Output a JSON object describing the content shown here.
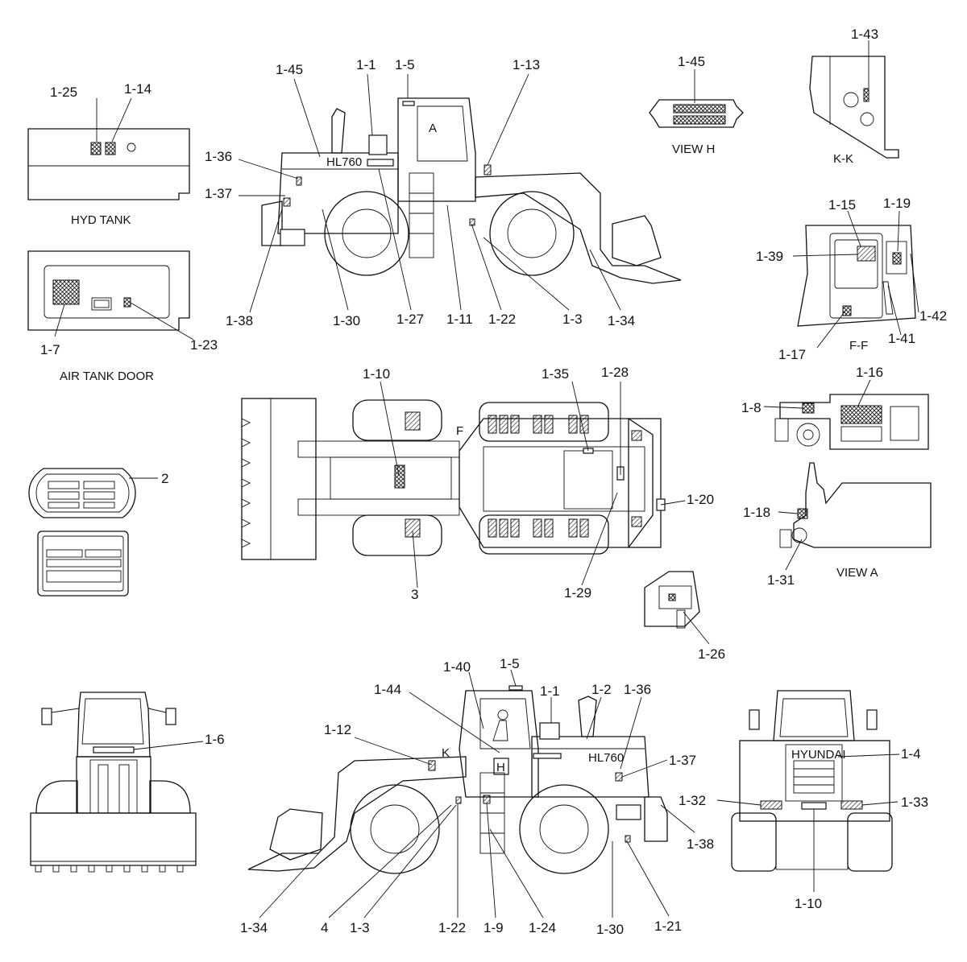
{
  "views": {
    "hyd_tank": "HYD TANK",
    "air_tank_door": "AIR TANK DOOR",
    "view_h": "VIEW H",
    "kk": "K-K",
    "ff": "F-F",
    "view_a": "VIEW A"
  },
  "model_text": "HL760",
  "brand_text": "HYUNDAI",
  "markers": {
    "a": "A",
    "h": "H",
    "f": "F",
    "k": "K"
  },
  "callouts": {
    "hyd_tank": [
      "1-25",
      "1-14"
    ],
    "air_tank_door": [
      "1-7",
      "1-23"
    ],
    "plates": [
      "2"
    ],
    "front_view": [
      "1-6"
    ],
    "side_top": [
      "1-45",
      "1-1",
      "1-5",
      "1-13",
      "1-36",
      "1-37",
      "1-38",
      "1-30",
      "1-27",
      "1-11",
      "1-22",
      "1-3",
      "1-34"
    ],
    "view_h": [
      "1-45"
    ],
    "kk": [
      "1-43"
    ],
    "ff": [
      "1-15",
      "1-19",
      "1-39",
      "1-42",
      "1-41",
      "1-17"
    ],
    "plan": [
      "1-10",
      "1-35",
      "1-28",
      "1-20",
      "3",
      "1-29"
    ],
    "view_a": [
      "1-16",
      "1-8",
      "1-18",
      "1-31"
    ],
    "detail": [
      "1-26"
    ],
    "side_bottom": [
      "1-40",
      "1-5",
      "1-44",
      "1-1",
      "1-2",
      "1-36",
      "1-12",
      "1-37",
      "1-38",
      "1-34",
      "4",
      "1-3",
      "1-22",
      "1-9",
      "1-24",
      "1-30",
      "1-21"
    ],
    "rear_view": [
      "1-4",
      "1-32",
      "1-33",
      "1-10"
    ]
  }
}
